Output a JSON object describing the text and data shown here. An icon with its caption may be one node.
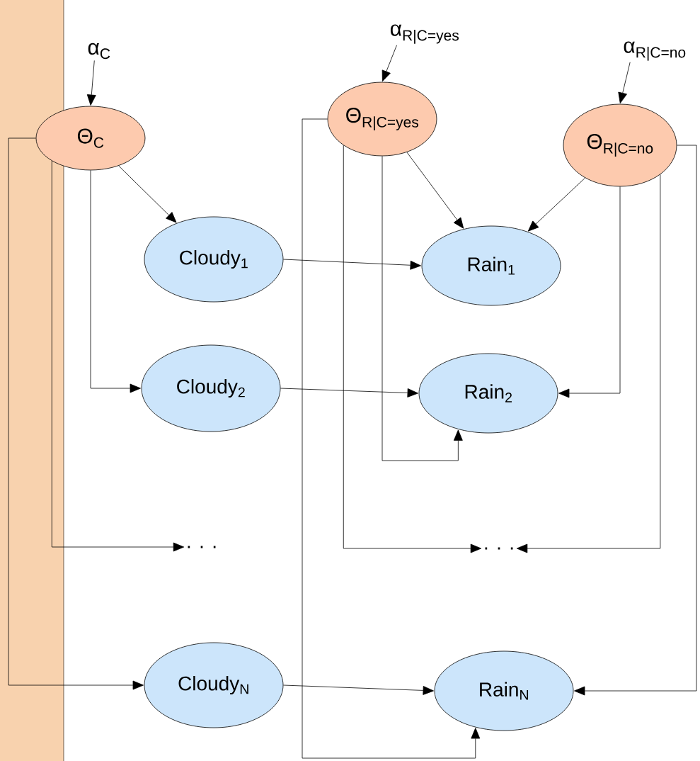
{
  "diagram": {
    "nodes": [
      {
        "text": [
          "α$_{C}$"
        ]
      },
      {
        "text": [
          "α$_{R|C=yes}$"
        ]
      },
      {
        "text": [
          "α$_{R|C=no}$"
        ]
      },
      {
        "text": [
          "Θ$_{C}$"
        ]
      },
      {
        "text": [
          "Θ$_{R|C=yes}$"
        ]
      },
      {
        "text": [
          "Θ$_{R|C=no}$"
        ]
      },
      {
        "text": [
          "Cloudy$_{1}$"
        ]
      },
      {
        "text": [
          "Rain$_{1}$"
        ]
      },
      {
        "text": [
          "Cloudy$_{2}$"
        ]
      },
      {
        "text": [
          "Rain$_{2}$"
        ]
      },
      {
        "text": [
          ". . ."
        ]
      },
      {
        "text": [
          ". . ."
        ]
      },
      {
        "text": [
          "Cloudy$_{N}$"
        ]
      },
      {
        "text": [
          "Rain$_{N}$"
        ]
      }
    ],
    "edges": [
      {
        "from": 0,
        "to": 3,
        "arrow": "to"
      },
      {
        "from": 1,
        "to": 4,
        "arrow": "to"
      },
      {
        "from": 2,
        "to": 5,
        "arrow": "to"
      },
      {
        "from": 3,
        "to": 6,
        "arrow": "to"
      },
      {
        "from": 3,
        "to": 8,
        "arrow": "to"
      },
      {
        "from": 3,
        "to": 10,
        "arrow": "to"
      },
      {
        "from": 3,
        "to": 12,
        "arrow": "to"
      },
      {
        "from": 4,
        "to": 7,
        "arrow": "to"
      },
      {
        "from": 5,
        "to": 7,
        "arrow": "to"
      },
      {
        "from": 6,
        "to": 7,
        "arrow": "to"
      },
      {
        "from": 8,
        "to": 9,
        "arrow": "to"
      },
      {
        "from": 12,
        "to": 13,
        "arrow": "to"
      },
      {
        "from": 4,
        "to": 9,
        "arrow": "to"
      },
      {
        "from": 4,
        "to": 11,
        "arrow": "to"
      },
      {
        "from": 4,
        "to": 13,
        "arrow": "to"
      },
      {
        "from": 5,
        "to": 9,
        "arrow": "to"
      },
      {
        "from": 5,
        "to": 11,
        "arrow": "to"
      },
      {
        "from": 5,
        "to": 13,
        "arrow": "to"
      }
    ]
  }
}
